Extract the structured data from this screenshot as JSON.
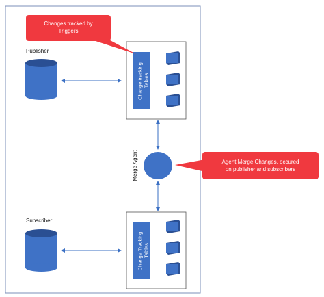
{
  "colors": {
    "accent_blue": "#3f72c6",
    "dark_blue": "#2a4f93",
    "callout_red": "#f0393f",
    "frame_border": "#7b8fb8",
    "connector": "#3a6fc3"
  },
  "publisher": {
    "label": "Publisher",
    "tables_label": "Change tracking Tables"
  },
  "subscriber": {
    "label": "Subscriber",
    "tables_label": "Change Tracking Tables"
  },
  "merge_agent": {
    "label": "Merge Agent"
  },
  "callouts": {
    "triggers": {
      "line1": "Changes tracked by",
      "line2": "Triggers"
    },
    "merge": {
      "line1": "Agent Merge Changes, occured",
      "line2": "on publisher and subscribers"
    }
  },
  "icons": {
    "database": "cylinder-database-icon",
    "table": "stacked-table-icon"
  }
}
